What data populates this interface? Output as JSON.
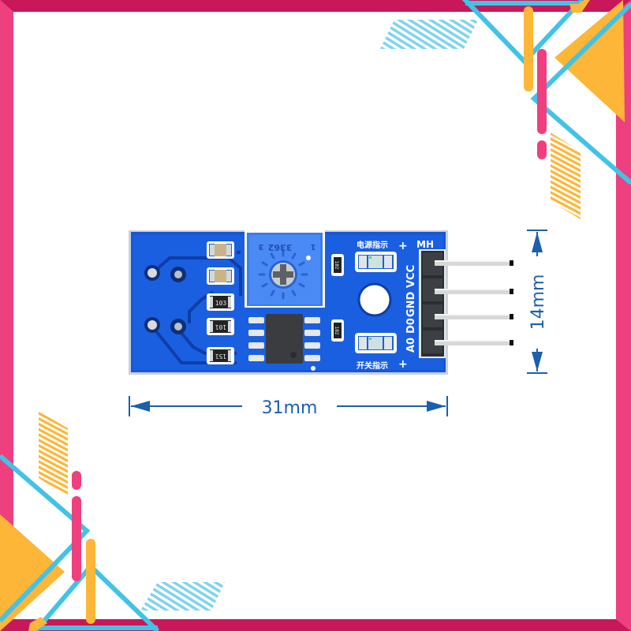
{
  "frame": {
    "colors": {
      "pink_light": "#EE3F7E",
      "pink_dark": "#C8185A",
      "cyan": "#41C3E6",
      "orange": "#FDB638",
      "hatch_cyan": "#7FD3EC"
    }
  },
  "product": {
    "name": "sensor-module-pcb",
    "pcb_color": "#1757d6",
    "header_label": "MH",
    "pin_labels": [
      "VCC",
      "GND",
      "D0",
      "A0"
    ],
    "power_led_label": "电源指示",
    "switch_led_label": "开关指示",
    "plus_sign": "+",
    "potentiometer_code": "3362",
    "pot_pin_1": "1",
    "pot_pin_3": "3",
    "resistor_codes": [
      "103",
      "101",
      "151",
      "102",
      "102"
    ]
  },
  "dimensions": {
    "width_label": "31mm",
    "height_label": "14mm",
    "color": "#1b5fae"
  }
}
